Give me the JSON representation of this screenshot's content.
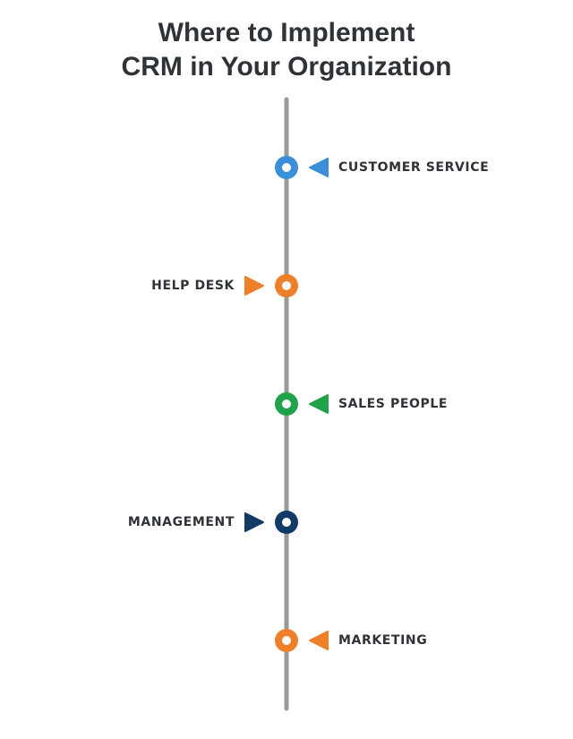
{
  "title": {
    "line1": "Where to Implement",
    "line2": "CRM in Your Organization"
  },
  "timeline": {
    "line_color": "#999999",
    "items": [
      {
        "label": "CUSTOMER SERVICE",
        "side": "right",
        "color": "#3b8fd6"
      },
      {
        "label": "HELP DESK",
        "side": "left",
        "color": "#f07f2a"
      },
      {
        "label": "SALES PEOPLE",
        "side": "right",
        "color": "#22a24a"
      },
      {
        "label": "MANAGEMENT",
        "side": "left",
        "color": "#123a66"
      },
      {
        "label": "MARKETING",
        "side": "right",
        "color": "#f07f2a"
      }
    ]
  }
}
